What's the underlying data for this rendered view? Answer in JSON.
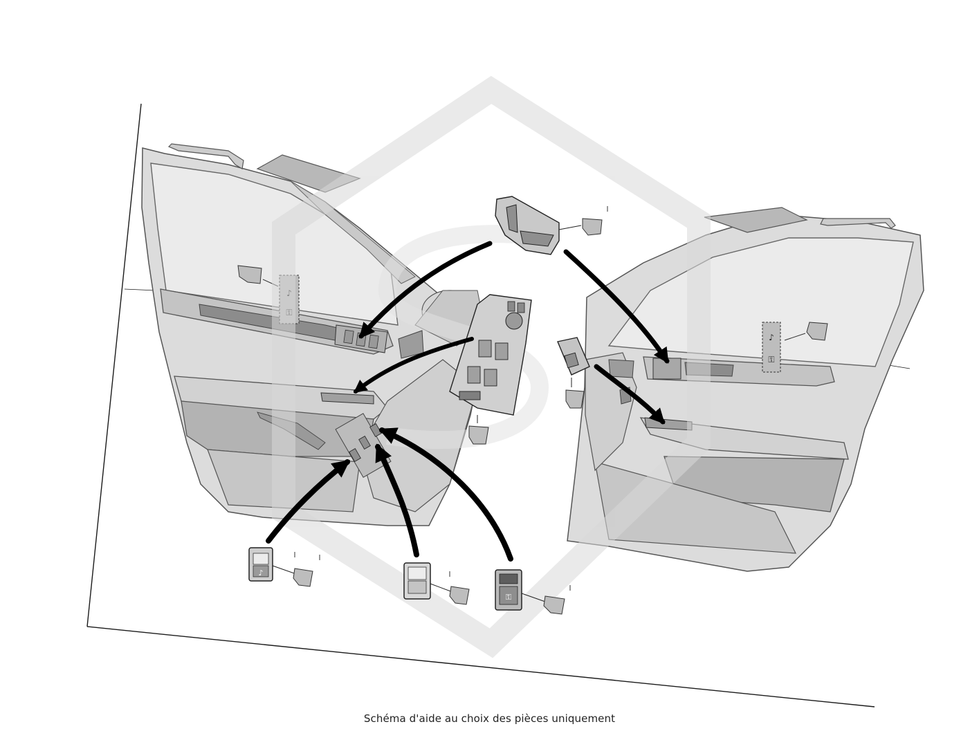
{
  "caption": "Schéma d'aide au choix des pièces uniquement",
  "colors": {
    "line": "#1a1a1a",
    "door_fill": "#d9d9d9",
    "door_dark": "#a9a9a9",
    "glass": "#e8e8e8",
    "watermark": "#e6e6e6",
    "arrow": "#000000",
    "switch_fill": "#cfcfcf",
    "connector_fill": "#bdbdbd"
  },
  "icons": [
    "left-front-door-illustration",
    "right-front-door-illustration",
    "seat-adjust-switch-icon",
    "window-switch-panel-icon",
    "single-window-switch-icon",
    "trunk-release-switch-icon",
    "fuel-flap-switch-icon",
    "door-lock-switch-icon",
    "electrical-connector-icon",
    "watermark-logo"
  ]
}
